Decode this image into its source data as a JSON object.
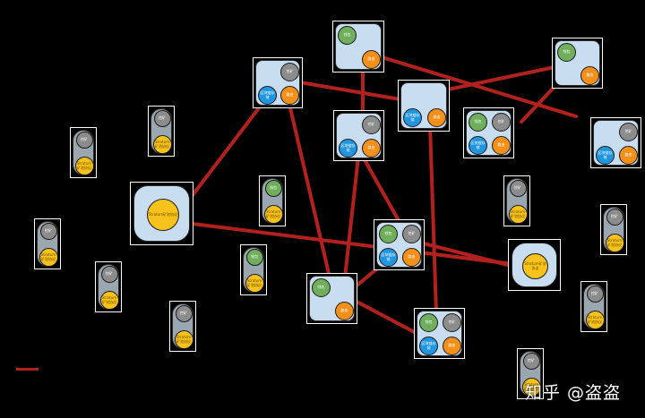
{
  "colors": {
    "link": "#b3211e",
    "node_fill": "#c9ddf0",
    "green": "#6fae5a",
    "gray": "#8c8c8c",
    "blue": "#2196e0",
    "orange": "#f39019",
    "yellow": "#f7c21b"
  },
  "labels": {
    "green": "钱包",
    "gray": "挖矿",
    "blue": "区块链存储",
    "orange": "路由",
    "yellow": "Stratum矿池协议"
  },
  "watermark": "知乎 @盗盗"
}
